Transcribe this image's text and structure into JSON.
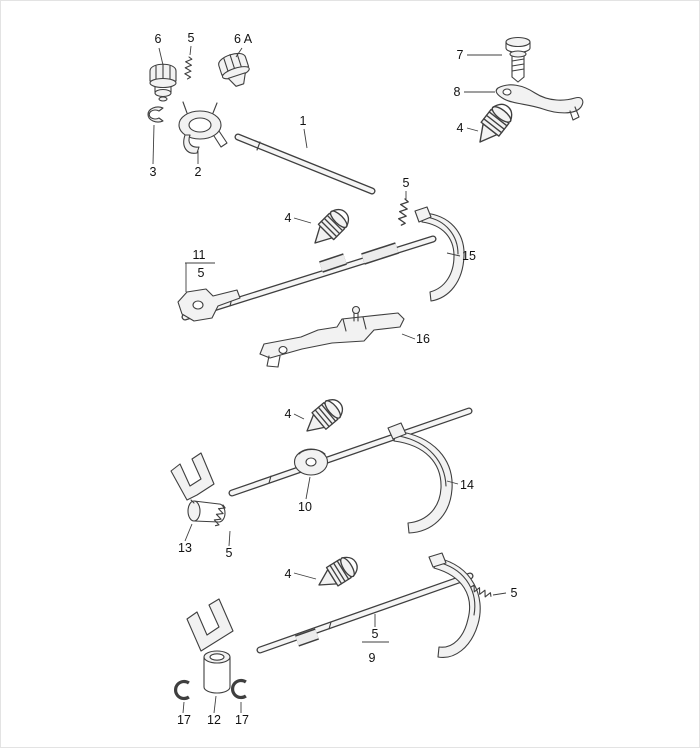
{
  "colors": {
    "line": "#3f3f3f",
    "text": "#111111",
    "background": "#ffffff",
    "part_fill": "#f2f2f2"
  },
  "labels": {
    "p6": "6",
    "p5_top": "5",
    "p6a": "6 A",
    "p7": "7",
    "p8": "8",
    "p4_top_right": "4",
    "p3": "3",
    "p2": "2",
    "p1": "1",
    "p5_mid": "5",
    "p4_mid": "4",
    "p15": "15",
    "p11": "11",
    "p5_under_11": "5",
    "p16": "16",
    "p4_lower": "4",
    "p14": "14",
    "p10": "10",
    "p13": "13",
    "p5_near_13": "5",
    "p4_bottom": "4",
    "p5_right": "5",
    "p5_over_9": "5",
    "p9": "9",
    "p17_left": "17",
    "p12": "12",
    "p17_right": "17"
  }
}
